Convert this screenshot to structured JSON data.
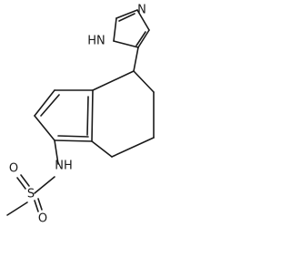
{
  "diagram": {
    "atoms": {
      "imidazole_n_top": "N",
      "imidazole_nh": "HN",
      "sulfonamide_nh": "NH",
      "sulfur": "S",
      "oxygen_top": "O",
      "oxygen_bottom": "O"
    }
  }
}
